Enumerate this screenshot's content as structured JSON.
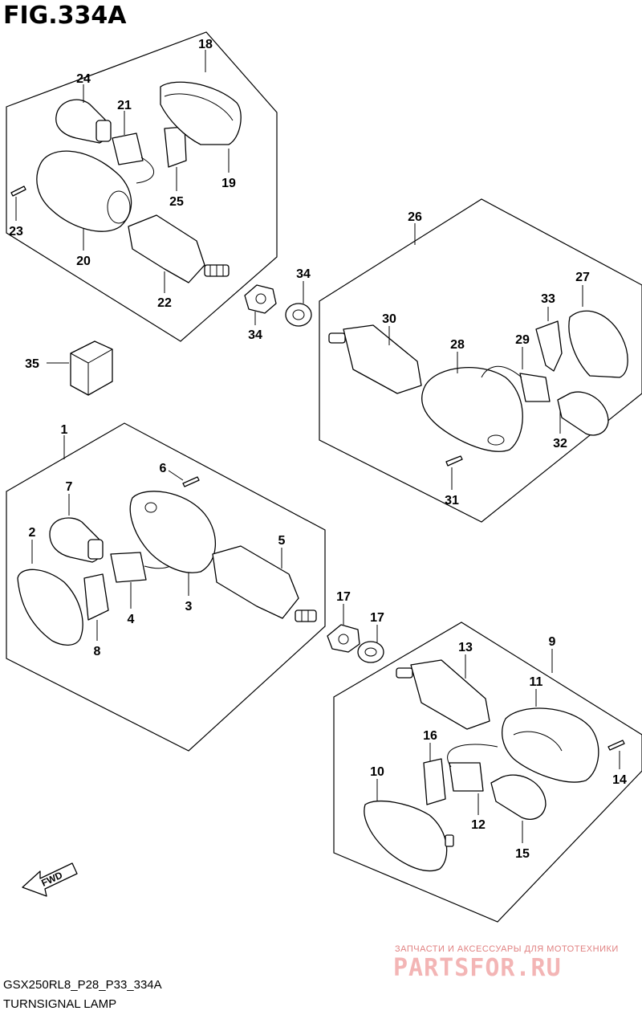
{
  "figure": {
    "title": "FIG.334A"
  },
  "footer": {
    "code": "GSX250RL8_P28_P33_334A",
    "caption": "TURNSIGNAL LAMP"
  },
  "fwd_label": "FWD",
  "watermark": {
    "tagline": "ЗАПЧАСТИ И АКСЕССУАРЫ ДЛЯ МОТОТЕХНИКИ",
    "logo": "PARTSFOR.RU"
  },
  "callouts": {
    "p1": "1",
    "p2": "2",
    "p3": "3",
    "p4": "4",
    "p5": "5",
    "p6": "6",
    "p7": "7",
    "p8": "8",
    "p9": "9",
    "p10": "10",
    "p11": "11",
    "p12": "12",
    "p13": "13",
    "p14": "14",
    "p15": "15",
    "p16": "16",
    "p17a": "17",
    "p17b": "17",
    "p18": "18",
    "p19": "19",
    "p20": "20",
    "p21": "21",
    "p22": "22",
    "p23": "23",
    "p24": "24",
    "p25": "25",
    "p26": "26",
    "p27": "27",
    "p28": "28",
    "p29": "29",
    "p30": "30",
    "p31": "31",
    "p32": "32",
    "p33": "33",
    "p34a": "34",
    "p34b": "34",
    "p35": "35"
  }
}
